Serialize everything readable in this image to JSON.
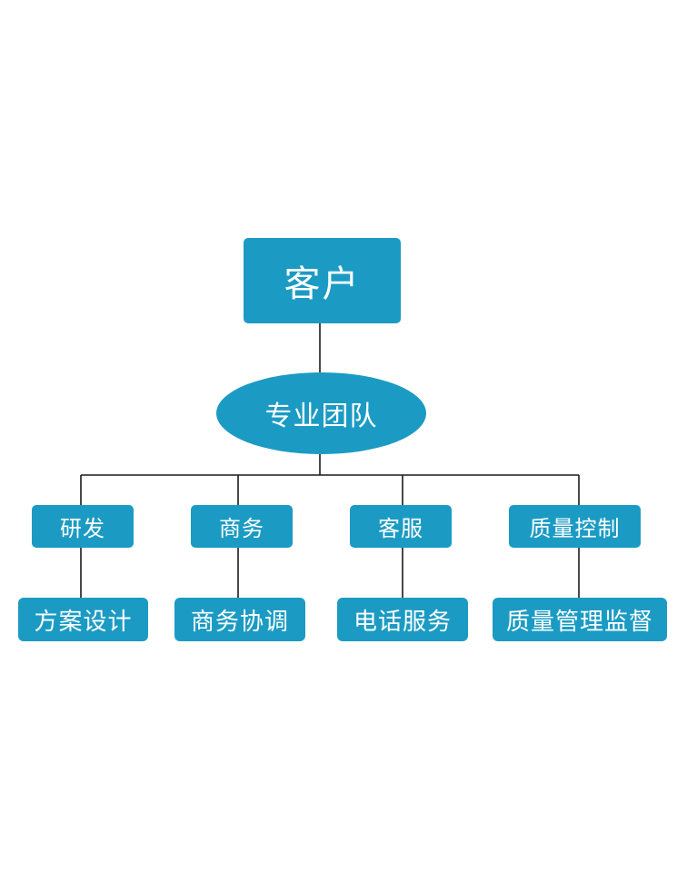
{
  "colors": {
    "node_fill": "#1b9bc3",
    "node_text": "#ffffff",
    "connector": "#1a1a1a"
  },
  "root": {
    "label": "客户"
  },
  "team": {
    "label": "专业团队"
  },
  "departments": [
    {
      "label": "研发",
      "child": "方案设计"
    },
    {
      "label": "商务",
      "child": "商务协调"
    },
    {
      "label": "客服",
      "child": "电话服务"
    },
    {
      "label": "质量控制",
      "child": "质量管理监督"
    }
  ]
}
